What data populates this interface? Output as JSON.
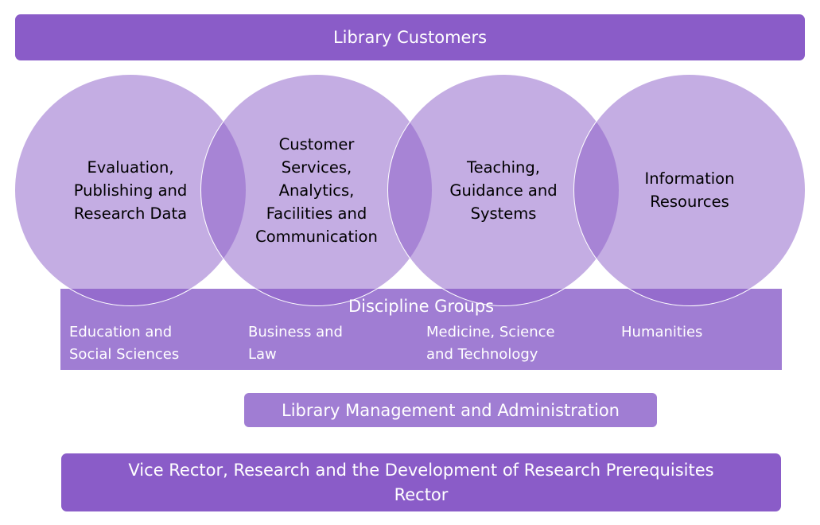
{
  "top_bar": {
    "label": "Library Customers"
  },
  "circles": [
    {
      "label": "Evaluation,\nPublishing and\nResearch Data"
    },
    {
      "label": "Customer\nServices,\nAnalytics,\nFacilities and\nCommunication"
    },
    {
      "label": "Teaching,\nGuidance and\nSystems"
    },
    {
      "label": "Information\nResources"
    }
  ],
  "discipline_groups": {
    "title": "Discipline Groups",
    "groups": [
      {
        "label": "Education and\nSocial Sciences"
      },
      {
        "label": "Business and\nLaw"
      },
      {
        "label": "Medicine, Science\nand Technology"
      },
      {
        "label": "Humanities"
      }
    ]
  },
  "management": {
    "label": "Library Management and Administration"
  },
  "leadership": {
    "line1": "Vice Rector, Research and the Development of Research Prerequisites",
    "line2": "Rector"
  },
  "colors": {
    "primary": "#8a5cc8",
    "secondary": "#a07dd3",
    "circle": "#c4aee4"
  }
}
